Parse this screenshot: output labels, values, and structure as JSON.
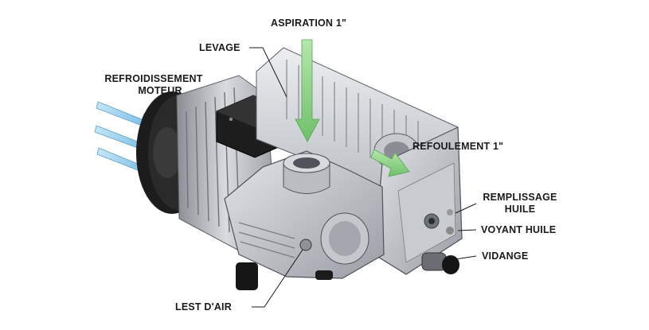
{
  "labels": {
    "aspiration": "ASPIRATION 1\"",
    "levage": "LEVAGE",
    "refroidissement_line1": "REFROIDISSEMENT",
    "refroidissement_line2": "MOTEUR",
    "refoulement": "REFOULEMENT 1\"",
    "remplissage_line1": "REMPLISSAGE",
    "remplissage_line2": "HUILE",
    "voyant": "VOYANT HUILE",
    "vidange": "VIDANGE",
    "lest": "LEST D'AIR"
  },
  "colors": {
    "arrow_green": "#8fd18a",
    "arrow_blue": "#8cc8e8",
    "metal_light": "#d7d9dc",
    "metal_mid": "#a9adb3",
    "metal_dark": "#4a4e55",
    "black": "#151515"
  }
}
